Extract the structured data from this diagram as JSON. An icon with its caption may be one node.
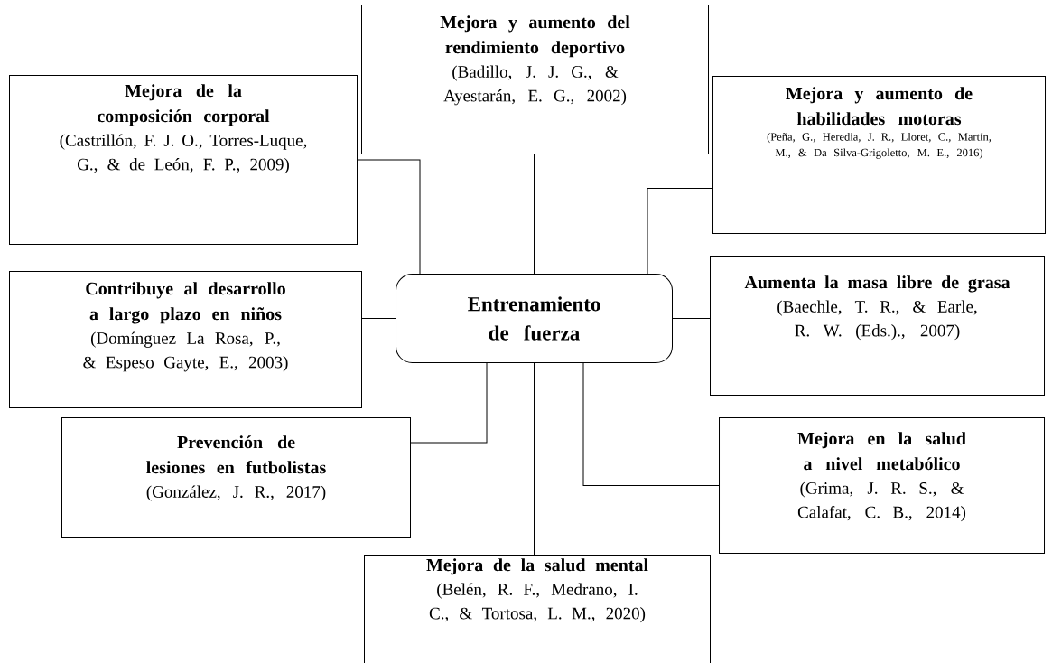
{
  "diagram": {
    "nodes": [
      {
        "text": [
          "Entrenamiento de fuerza"
        ]
      },
      {
        "text": [
          "Mejora de la composición corporal",
          "(Castrillón, F. J. O., Torres-Luque, G., & de León, F. P., 2009)"
        ]
      },
      {
        "text": [
          "Mejora y aumento del rendimiento deportivo",
          "(Badillo, J. J. G., & Ayestarán, E. G., 2002)"
        ]
      },
      {
        "text": [
          "Mejora y aumento de habilidades motoras",
          "(Peña, G., Heredia, J. R., Lloret, C., Martín, M., & Da Silva-Grigoletto, M. E., 2016)"
        ]
      },
      {
        "text": [
          "Contribuye al desarrollo a largo plazo en niños",
          "(Domínguez La Rosa, P., & Espeso Gayte, E., 2003)"
        ]
      },
      {
        "text": [
          "Aumenta la masa libre de grasa",
          "(Baechle, T. R., & Earle, R. W. (Eds.)., 2007)"
        ]
      },
      {
        "text": [
          "Prevención de lesiones en futbolistas",
          "(González, J. R., 2017)"
        ]
      },
      {
        "text": [
          "Mejora en la salud a nivel metabólico",
          "(Grima, J. R. S., & Calafat, C. B., 2014)"
        ]
      },
      {
        "text": [
          "Mejora de la salud mental",
          "(Belén, R. F., Medrano, I. C., & Tortosa, L. M., 2020)"
        ]
      }
    ],
    "edges": [
      {
        "from": 0,
        "to": 1,
        "arrow": "none"
      },
      {
        "from": 0,
        "to": 2,
        "arrow": "none"
      },
      {
        "from": 0,
        "to": 3,
        "arrow": "none"
      },
      {
        "from": 0,
        "to": 4,
        "arrow": "none"
      },
      {
        "from": 0,
        "to": 5,
        "arrow": "none"
      },
      {
        "from": 0,
        "to": 6,
        "arrow": "none"
      },
      {
        "from": 0,
        "to": 7,
        "arrow": "none"
      },
      {
        "from": 0,
        "to": 8,
        "arrow": "none"
      }
    ]
  }
}
